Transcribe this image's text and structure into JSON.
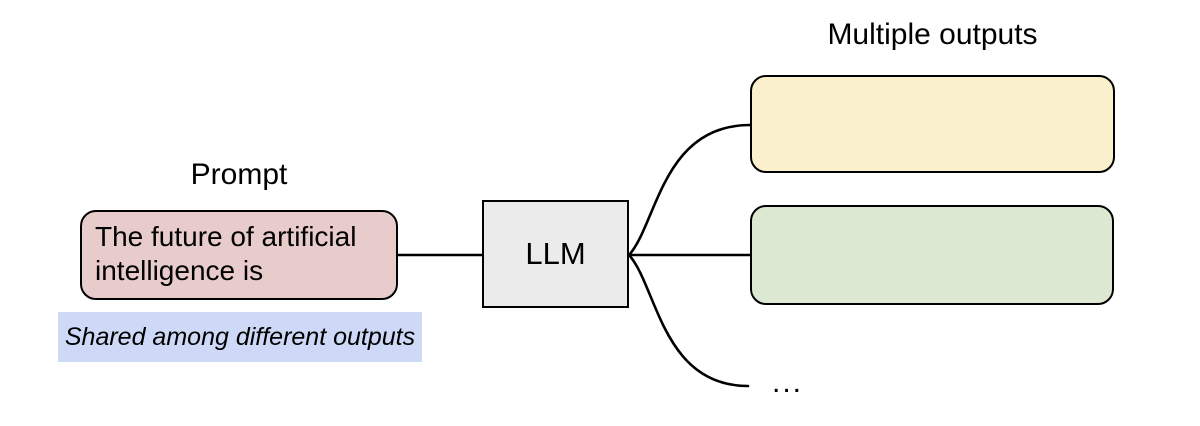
{
  "figure": {
    "prompt": {
      "label": "Prompt",
      "box_text": "The future of artificial intelligence is",
      "note": "Shared among different outputs"
    },
    "model": {
      "label": "LLM"
    },
    "outputs": {
      "label": "Multiple outputs",
      "ellipsis": "...",
      "count_shown": 2
    },
    "colors": {
      "prompt_fill": "#e8cccc",
      "llm_fill": "#ebebeb",
      "output1_fill": "#faf0cc",
      "output2_fill": "#dde8d2",
      "note_highlight": "#cdd9f6",
      "stroke": "#000000",
      "text": "#000000",
      "background": "#ffffff"
    }
  }
}
